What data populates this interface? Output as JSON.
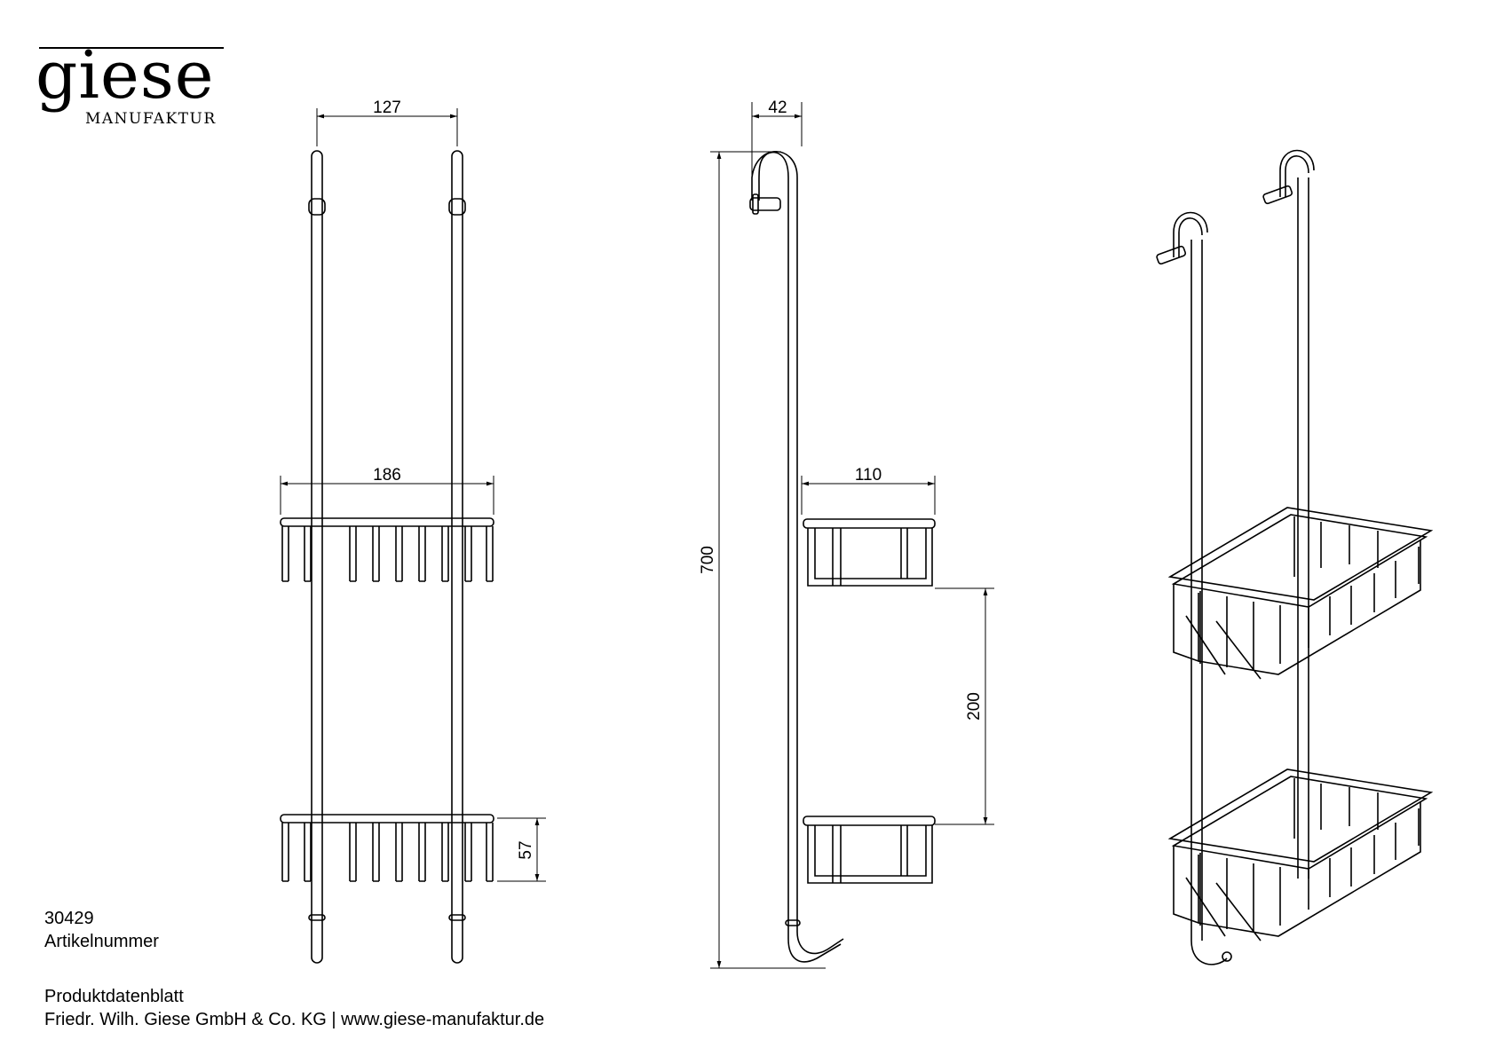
{
  "brand": {
    "name": "giese",
    "subtitle": "MANUFAKTUR"
  },
  "article": {
    "number": "30429",
    "label": "Artikelnummer"
  },
  "footer": {
    "title": "Produktdatenblatt",
    "company": "Friedr. Wilh. Giese GmbH & Co. KG | www.giese-manufaktur.de"
  },
  "dimensions": {
    "rail_spacing": "127",
    "basket_width": "186",
    "basket_height": "57",
    "wall_offset": "42",
    "basket_depth": "110",
    "total_height": "700",
    "basket_spacing": "200"
  }
}
